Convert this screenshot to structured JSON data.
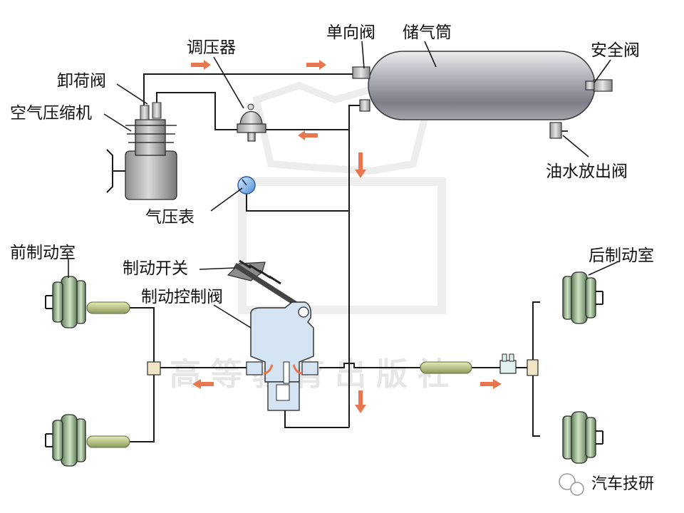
{
  "labels": {
    "check_valve": "单向阀",
    "air_tank": "储气筒",
    "safety_valve": "安全阀",
    "pressure_regulator": "调压器",
    "unloader_valve": "卸荷阀",
    "air_compressor": "空气压缩机",
    "drain_valve": "油水放出阀",
    "pressure_gauge": "气压表",
    "front_chamber": "前制动室",
    "rear_chamber": "后制动室",
    "brake_switch": "制动开关",
    "brake_control_valve": "制动控制阀"
  },
  "watermark": "高等教育出版社",
  "brand": "汽车技研",
  "colors": {
    "arrow": "#e8774f",
    "pipe": "#1a1a1a",
    "chamber": "#9ebf93",
    "valve_body": "#d4e4f3"
  }
}
